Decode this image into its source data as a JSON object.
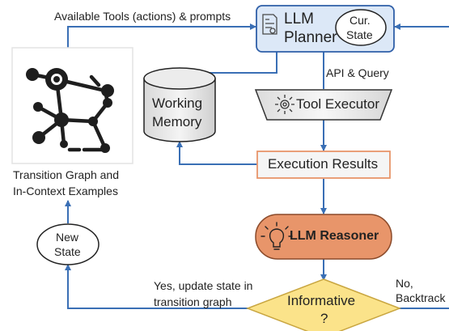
{
  "edges": {
    "tools_prompts": "Available Tools (actions) & prompts",
    "api_query": "API & Query",
    "yes_update_line1": "Yes, update state in",
    "yes_update_line2": "transition graph",
    "no_backtrack_line1": "No,",
    "no_backtrack_line2": "Backtrack"
  },
  "nodes": {
    "planner_line1": "LLM",
    "planner_line2": "Planner",
    "cur_state_line1": "Cur.",
    "cur_state_line2": "State",
    "working_memory_line1": "Working",
    "working_memory_line2": "Memory",
    "tool_executor": "Tool Executor",
    "execution_results": "Execution Results",
    "llm_reasoner": "LLM Reasoner",
    "informative": "Informative",
    "informative_mark": "?",
    "new_state_line1": "New",
    "new_state_line2": "State",
    "graph_caption_line1": "Transition Graph and",
    "graph_caption_line2": "In-Context Examples"
  },
  "colors": {
    "arrow": "#3a6fb5",
    "planner_fill": "#dce8f7",
    "reasoner_fill": "#e8956a",
    "diamond_fill": "#fbe38a",
    "results_border": "#e8956a"
  }
}
